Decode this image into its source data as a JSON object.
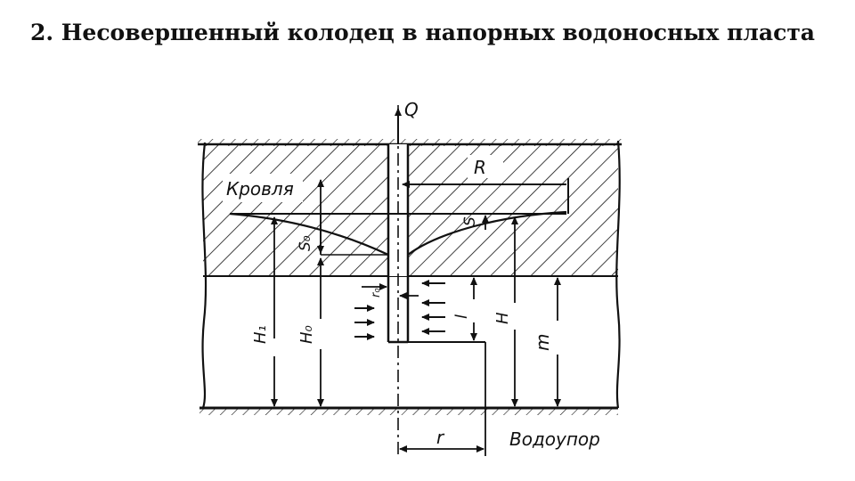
{
  "title": "2. Несовершенный колодец в напорных водоносных пласта",
  "diagram": {
    "labels": {
      "flow": "Q",
      "radius_of_influence": "R",
      "confining_roof": "Кровля",
      "drawdown_well": "S₀",
      "drawdown": "S",
      "head_initial": "H₁",
      "head_well": "H₀",
      "well_radius": "r₀",
      "screen_length": "l",
      "head": "H",
      "thickness": "m",
      "distance": "r",
      "aquiclude": "Водоупор"
    },
    "colors": {
      "ink": "#111111",
      "background": "#ffffff"
    }
  }
}
